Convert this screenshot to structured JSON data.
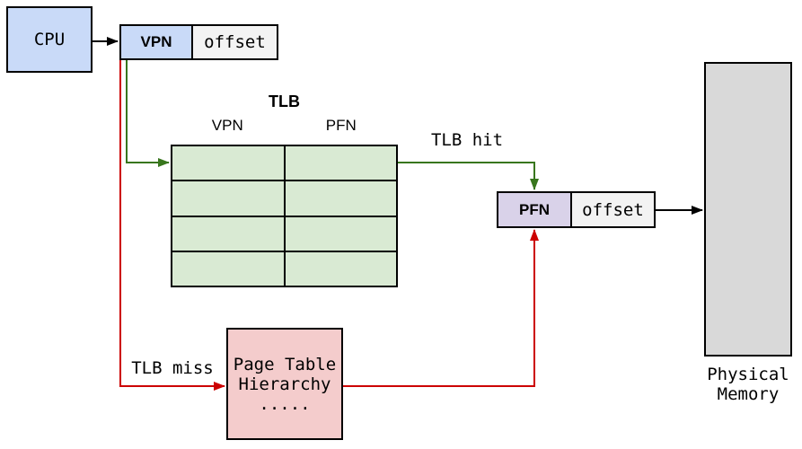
{
  "diagram": {
    "cpu_label": "CPU",
    "virtual_address": {
      "vpn": "VPN",
      "offset": "offset"
    },
    "tlb": {
      "title": "TLB",
      "vpn_header": "VPN",
      "pfn_header": "PFN",
      "rows": 4,
      "cols": 2
    },
    "arrow_labels": {
      "tlb_hit": "TLB hit",
      "tlb_miss": "TLB miss"
    },
    "physical_address": {
      "pfn": "PFN",
      "offset": "offset"
    },
    "page_table": {
      "line1": "Page Table",
      "line2": "Hierarchy",
      "line3": "....."
    },
    "physical_memory": {
      "line1": "Physical",
      "line2": "Memory"
    },
    "colors": {
      "cpu_fill": "#c9daf8",
      "vpn_fill": "#c9daf8",
      "offset_fill": "#f3f3f3",
      "tlb_cell_fill": "#d9ead3",
      "pfn_fill": "#d9d2e9",
      "page_table_fill": "#f4cccc",
      "physical_memory_fill": "#d9d9d9",
      "hit_arrow": "#38761d",
      "miss_arrow": "#cc0000",
      "default_arrow": "#000000"
    }
  }
}
